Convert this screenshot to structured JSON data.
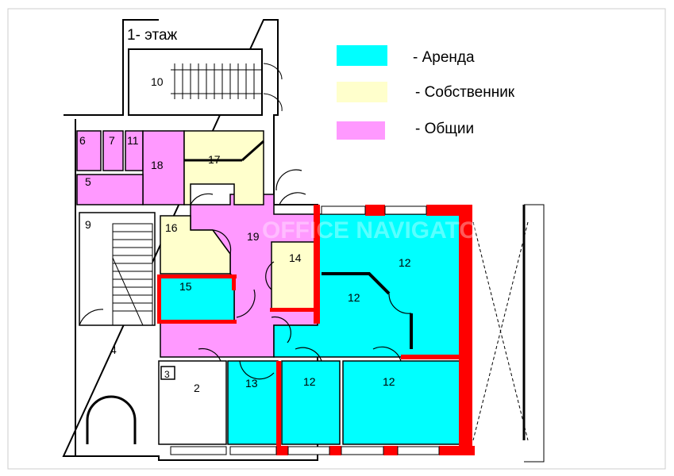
{
  "title": "1- этаж",
  "legend": [
    {
      "label": "- Аренда",
      "color": "#00ffff"
    },
    {
      "label": "- Собственник",
      "color": "#ffffcc"
    },
    {
      "label": "- Общии",
      "color": "#ff99ff"
    }
  ],
  "watermark": "OFFICE NAVIGATOR",
  "rooms": {
    "r10": "10",
    "r6": "6",
    "r7": "7",
    "r11": "11",
    "r18": "18",
    "r17": "17",
    "r5": "5",
    "r9": "9",
    "r16": "16",
    "r19": "19",
    "r14": "14",
    "r15": "15",
    "r12a": "12",
    "r12b": "12",
    "r12c": "12",
    "r12d": "12",
    "r13": "13",
    "r4": "4",
    "r3": "3",
    "r2": "2"
  },
  "colors": {
    "rent": "#00ffff",
    "owner": "#ffffcc",
    "common": "#ff99ff",
    "wall_red": "#ff0000"
  }
}
